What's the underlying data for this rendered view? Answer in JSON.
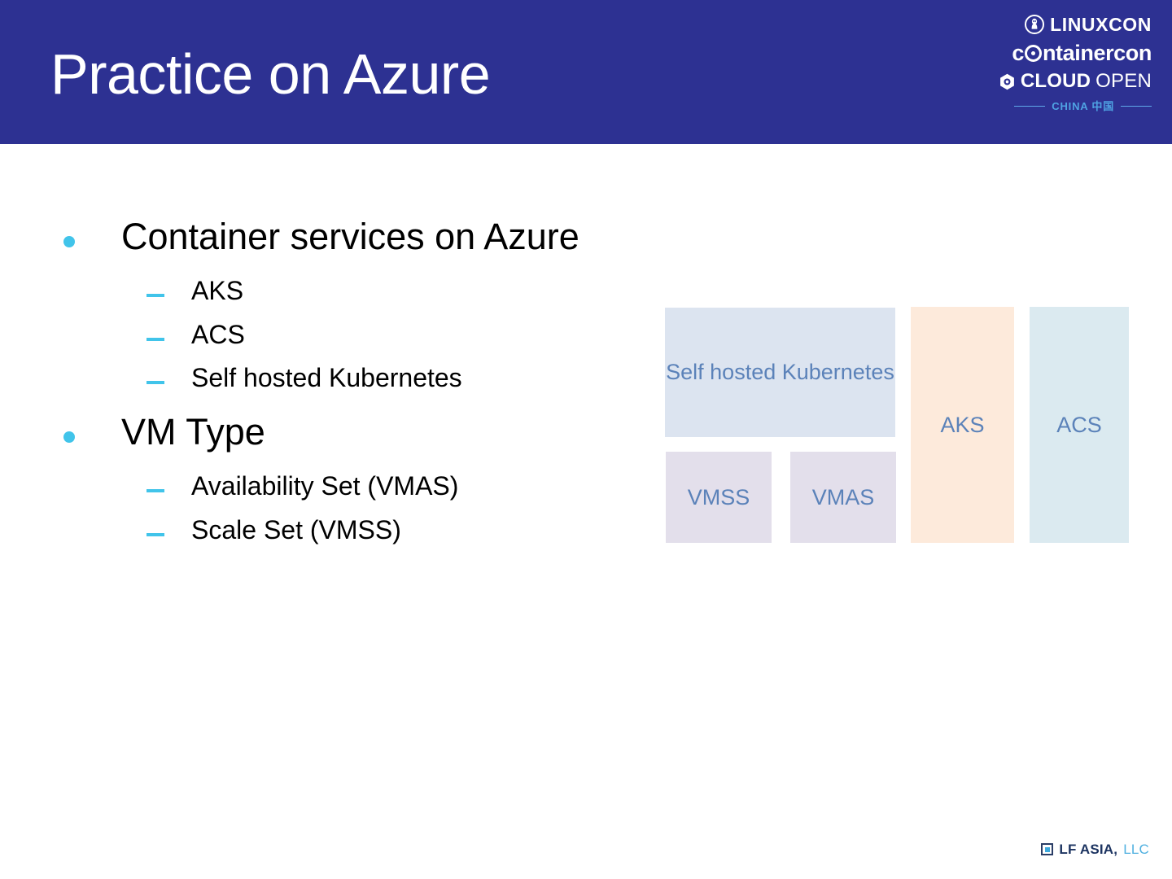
{
  "slide": {
    "title": "Practice on Azure",
    "header_color": "#2d3192",
    "accent_color": "#41c4ea",
    "background_color": "#ffffff"
  },
  "logo": {
    "linuxcon": "LINUXCON",
    "containercon_before": "c",
    "containercon_after": "ntainercon",
    "cloud": "CLOUD",
    "open": "OPEN",
    "region": "CHINA 中国",
    "region_color": "#4fa3e3"
  },
  "bullets": [
    {
      "label": "Container services on Azure",
      "children": [
        {
          "label": "AKS"
        },
        {
          "label": "ACS"
        },
        {
          "label": "Self hosted Kubernetes"
        }
      ]
    },
    {
      "label": "VM Type",
      "children": [
        {
          "label": "Availability Set (VMAS)"
        },
        {
          "label": "Scale Set (VMSS)"
        }
      ]
    }
  ],
  "diagram": {
    "blocks": [
      {
        "id": "self-hosted-kubernetes",
        "label": "Self hosted Kubernetes",
        "fill": "#dce4f0",
        "text_color": "#5b82b9"
      },
      {
        "id": "vmss",
        "label": "VMSS",
        "fill": "#e3dfeb",
        "text_color": "#5b82b9"
      },
      {
        "id": "vmas",
        "label": "VMAS",
        "fill": "#e3dfeb",
        "text_color": "#5b82b9"
      },
      {
        "id": "aks",
        "label": "AKS",
        "fill": "#fdeadb",
        "text_color": "#5b82b9"
      },
      {
        "id": "acs",
        "label": "ACS",
        "fill": "#dbeaf0",
        "text_color": "#5b82b9"
      }
    ]
  },
  "footer": {
    "brand": "LF ASIA,",
    "suffix": "LLC",
    "brand_color": "#1d3461",
    "suffix_color": "#4fb0e0"
  }
}
